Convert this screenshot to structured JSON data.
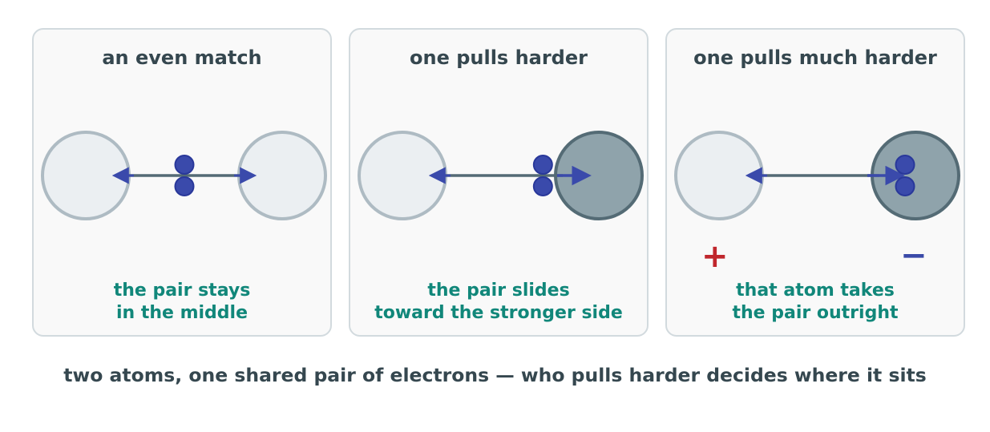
{
  "panels": [
    {
      "title": "an even match",
      "caption": [
        "the pair stays",
        "in the middle"
      ],
      "pair_position": 0.5,
      "right_atom_stronger": false
    },
    {
      "title": "one pulls harder",
      "caption": [
        "the pair slides",
        "toward the stronger side"
      ],
      "pair_position": 0.74,
      "right_atom_stronger": true
    },
    {
      "title": "one pulls much harder",
      "caption": [
        "that atom takes",
        "the pair outright"
      ],
      "pair_position": 1.0,
      "right_atom_stronger": true,
      "charges": {
        "left": "+",
        "right": "−"
      }
    }
  ],
  "footer": "two atoms, one shared pair of electrons — who pulls harder decides where it sits",
  "colors": {
    "atom_weak_fill": "#ebeff2",
    "atom_weak_stroke": "#aebbc3",
    "atom_strong_fill": "#8fa3ab",
    "atom_strong_stroke": "#546b75",
    "electron": "#3a4aab",
    "bond": "#546b75",
    "caption": "#11877a",
    "title": "#35474f"
  }
}
